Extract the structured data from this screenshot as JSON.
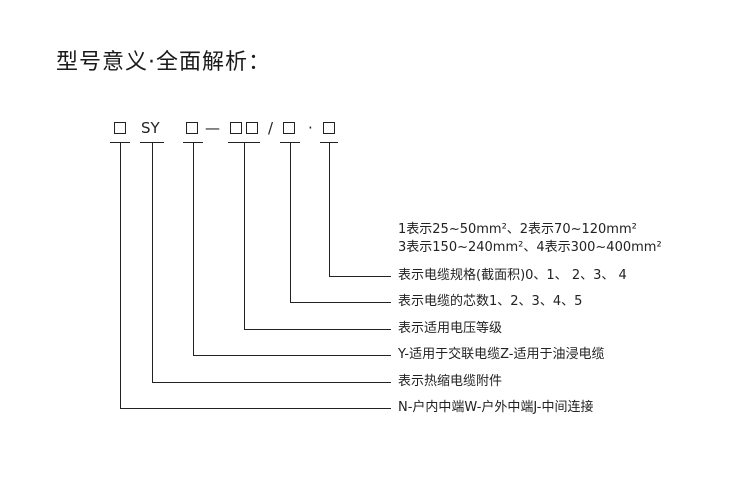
{
  "title": "型号意义·全面解析：",
  "code": {
    "sy": "SY",
    "dash": "—",
    "slash": "/",
    "dot": "·"
  },
  "notes": {
    "line1": "1表示25~50mm²、2表示70~120mm²",
    "line2": "3表示150~240mm²、4表示300~400mm²"
  },
  "descriptions": [
    "表示电缆规格(截面积)0、1、 2、3、  4",
    "表示电缆的芯数1、2、3、4、5",
    "表示适用电压等级",
    "Y-适用于交联电缆Z-适用于油浸电缆",
    "表示热缩电缆附件",
    "N-户内中端W-户外中端J-中间连接"
  ]
}
